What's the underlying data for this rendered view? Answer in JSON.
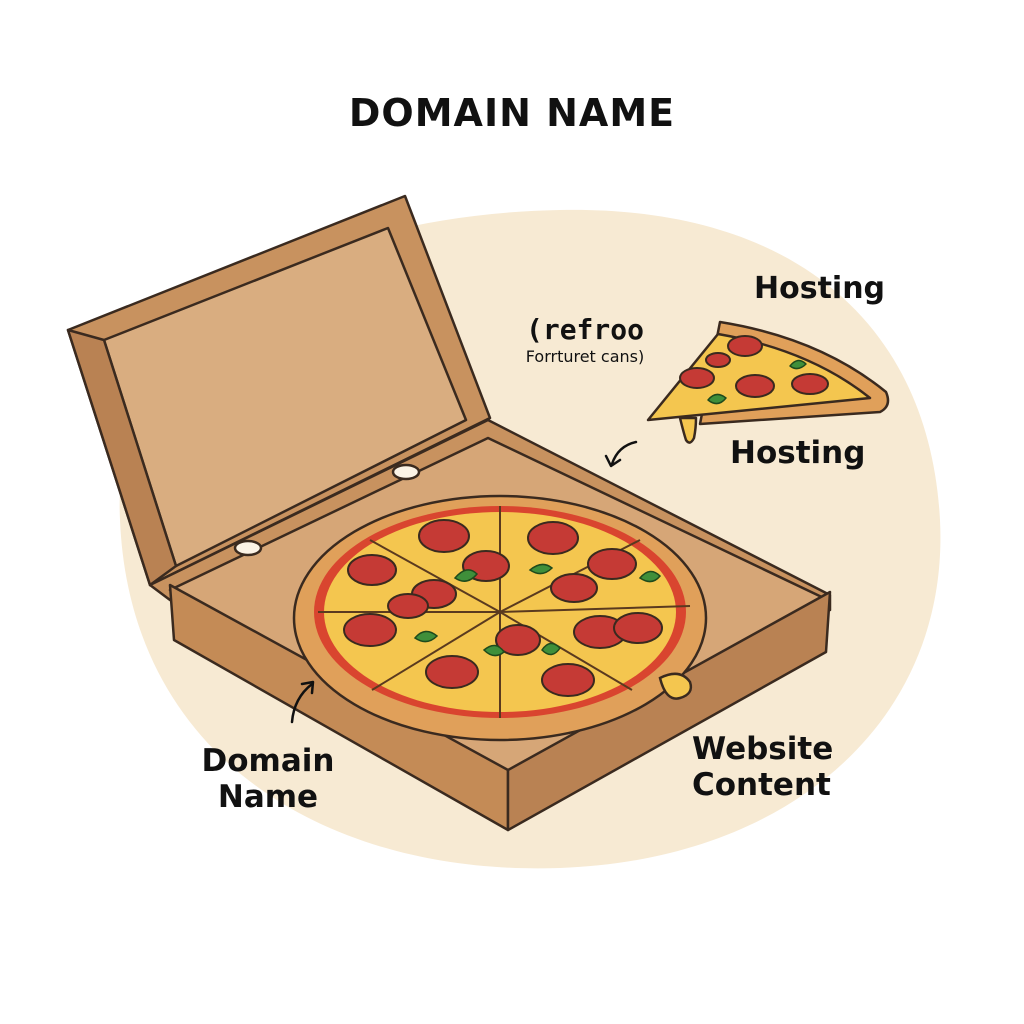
{
  "title": "DOMAIN NAME",
  "labels": {
    "hosting_top": "Hosting",
    "hosting_bottom": "Hosting",
    "note_line1": "(refroo",
    "note_line2": "Forrturet cans)",
    "domain_line1": "Domain",
    "domain_line2": "Name",
    "website_line1": "Website",
    "website_line2": "Content"
  },
  "colors": {
    "background_blob": "#f7ead3",
    "box_outer": "#c8925f",
    "box_inner": "#d6a677",
    "box_lid_inner": "#d9ad80",
    "outline": "#3a2a1f",
    "crust": "#e0a05a",
    "cheese": "#f4c64f",
    "sauce": "#d9452f",
    "pepperoni": "#c53a35",
    "basil": "#3f8f3a"
  },
  "icons": [
    "pizza-icon",
    "pizza-slice-icon",
    "pizza-box-icon",
    "arrow-icon"
  ]
}
